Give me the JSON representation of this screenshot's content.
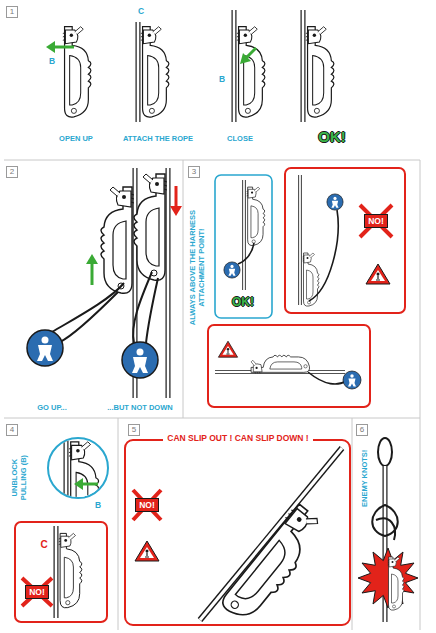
{
  "diagram": {
    "nodes": [
      {
        "text": [
          "1"
        ]
      },
      {
        "text": [
          "2"
        ]
      },
      {
        "text": [
          "3"
        ]
      },
      {
        "text": [
          "NO!"
        ]
      },
      {
        "text": [
          "4"
        ]
      },
      {
        "text": [
          "NO!"
        ]
      },
      {
        "text": [
          "5"
        ]
      },
      {
        "text": [
          "NO!"
        ]
      },
      {
        "text": [
          "6"
        ]
      }
    ],
    "labels": [
      "B",
      "C",
      "B",
      "OPEN UP",
      "ATTACH THE ROPE",
      "CLOSE",
      "OK!",
      "GO UP...",
      "...BUT NOT DOWN",
      "ALWAYS ABOVE THE HARNESS ATTACHMENT POINT!",
      "OK!",
      "UNBLOCK PULLING (B)",
      "B",
      "C",
      "CAN SLIP OUT ! CAN SLIP DOWN !",
      "ENEMY KNOTS!"
    ]
  }
}
